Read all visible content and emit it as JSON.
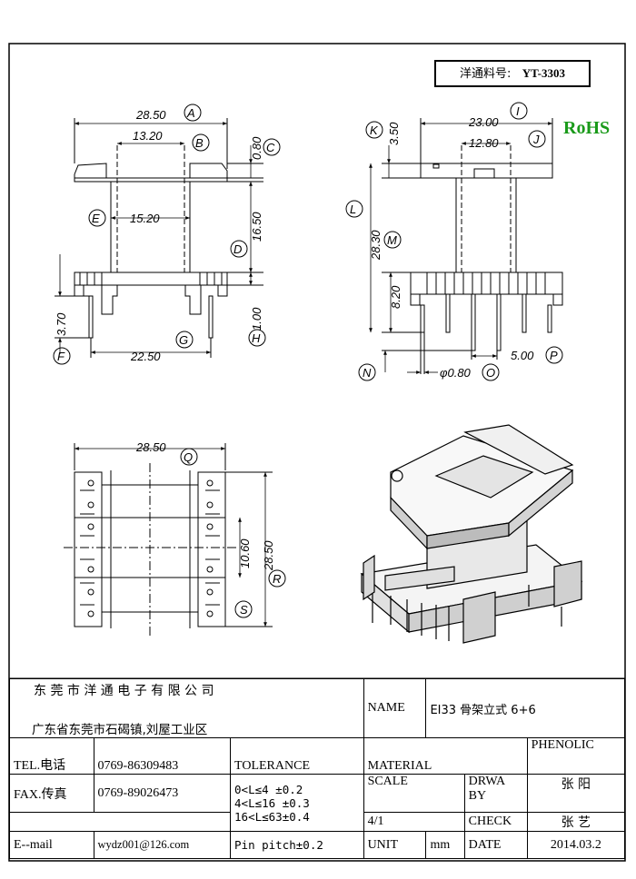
{
  "header": {
    "part_label": "洋通料号:",
    "part_number": "YT-3303",
    "rohs": "RoHS"
  },
  "front_view": {
    "dim_a": "28.50",
    "ref_a": "A",
    "dim_b": "13.20",
    "ref_b": "B",
    "dim_c": "0.80",
    "ref_c": "C",
    "dim_e": "15.20",
    "ref_e": "E",
    "dim_d": "16.50",
    "ref_d": "D",
    "dim_h": "1.00",
    "ref_h": "H",
    "dim_f": "3.70",
    "ref_f": "F",
    "dim_g": "22.50",
    "ref_g": "G"
  },
  "side_view": {
    "dim_k": "3.50",
    "ref_k": "K",
    "dim_i": "23.00",
    "ref_i": "I",
    "dim_j": "12.80",
    "ref_j": "J",
    "dim_l": "28.30",
    "ref_l": "L",
    "ref_m": "M",
    "dim_m2": "8.20",
    "ref_n": "N",
    "dim_o": "φ0.80",
    "ref_o": "O",
    "dim_p": "5.00",
    "ref_p": "P"
  },
  "bottom_view": {
    "dim_q": "28.50",
    "ref_q": "Q",
    "dim_r": "28.50",
    "ref_r": "R",
    "dim_s": "10.60",
    "ref_s": "S"
  },
  "title_block": {
    "company": "东 莞 市 洋 通 电 子 有 限 公 司",
    "address": "广东省东莞市石碣镇,刘屋工业区",
    "name_label": "NAME",
    "name_value": "EI33 骨架立式 6+6",
    "tel_label": "TEL.电话",
    "tel_value": "0769-86309483",
    "tolerance_label": "TOLERANCE",
    "material_label": "MATERIAL",
    "material_value": "PHENOLIC",
    "fax_label": "FAX.传真",
    "fax_value": "0769-89026473",
    "tol_1": "0<L≤4   ±0.2",
    "tol_2": "4<L≤16  ±0.3",
    "tol_3": "16<L≤63±0.4",
    "tol_4": "Pin pitch±0.2",
    "scale_label": "SCALE",
    "scale_value": "4/1",
    "draw_label": "DRWA BY",
    "draw_value": "张 阳",
    "check_label": "CHECK",
    "check_value": "张 艺",
    "email_label": "E--mail",
    "email_value": "wydz001@126.com",
    "unit_label": "UNIT",
    "unit_value": "mm",
    "date_label": "DATE",
    "date_value": "2014.03.2"
  }
}
